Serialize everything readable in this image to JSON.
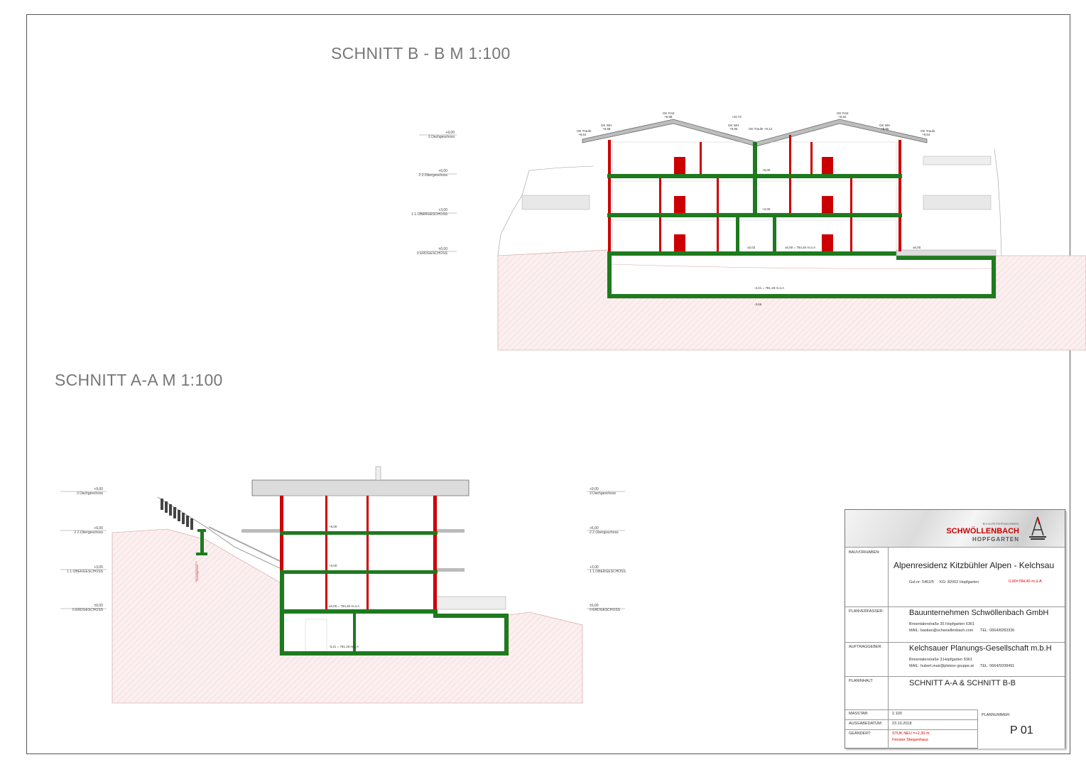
{
  "sections": {
    "bb": {
      "title": "SCHNITT B - B M 1:100"
    },
    "aa": {
      "title": "SCHNITT A-A M 1:100"
    }
  },
  "levels": [
    {
      "value": "+9,00",
      "name": "3 Dachgeschoss"
    },
    {
      "value": "+6,00",
      "name": "2 2.Obergeschoss"
    },
    {
      "value": "+3,00",
      "name": "1 1.OBERGESCHOSS"
    },
    {
      "value": "±0,00",
      "name": "0 ERDGESCHOSS"
    }
  ],
  "annotations_bb": {
    "ok_traufe_left": "OK Traufe",
    "ok_traufe_left_val": "+9,64",
    "ok_wh_left": "OK WH",
    "ok_wh_left_val": "+9,98",
    "ok_first_left": "OK First",
    "ok_first_left_val": "+9,98",
    "ok_wh_mid": "OK WH",
    "ok_wh_mid_val": "+9,95",
    "ridge_mid": "+10,72",
    "ok_traufe_mid": "OK Traufe +9,12",
    "ok_first_right": "OK First",
    "ok_first_right_val": "+9,94",
    "ok_wh_right": "OK WH",
    "ok_wh_right_val": "+9,96",
    "ok_traufe_right": "OK Traufe",
    "ok_traufe_right_val": "+9,64",
    "floor_6": "+6,00",
    "floor_3": "+3,00",
    "floor_0": "±0,00 = 784,40 m.ü.A",
    "floor_002": "±0,02",
    "floor_0r": "±0,00",
    "basement": "-3,21 = 781,19 m.ü.A",
    "bottom": "-3,66"
  },
  "annotations_aa": {
    "floor_6": "+6,00",
    "floor_3": "+3,00",
    "floor_0": "±0,00 = 784,40 m.ü.A",
    "basement": "-3,21 = 781,19 m.ü.A",
    "grundgrenze": "Grundgrenze"
  },
  "title_block": {
    "logo_small": "BAUUNTERNEHMEN",
    "logo_big": "SCHWÖLLENBACH",
    "logo_sub": "HOPFGARTEN",
    "bauvorhaben_label": "BAUVORHABEN:",
    "bauvorhaben": "Alpenresidenz Kitzbühler Alpen - Kelchsau",
    "gst": "Gst.nr: 5452/5",
    "kg": "KG: 82002 Hopfgarten",
    "height_ref": "0,00=784,40 m.ü.A",
    "planverfasser_label": "PLANVERFASSER:",
    "planverfasser": "Bauunternehmen Schwöllenbach GmbH",
    "pv_address": "Brixentalerstraße 35 Hopfgarten 6361",
    "pv_mail": "MAIL: bastian@schwoellenbach.com",
    "pv_tel": "TEL: 0664/8283336",
    "auftraggeber_label": "AUFTRAGGEBER:",
    "auftraggeber": "Kelchsauer Planungs-Gesellschaft m.b.H",
    "ag_address": "Brixentalerstraße 3,Hopfgarten 6361",
    "ag_mail": "MAIL: hubert.mair@pletzer-gruppe.at",
    "ag_tel": "TEL: 0664/9208491",
    "planinhalt_label": "PLANINHALT:",
    "planinhalt": "SCHNITT A-A & SCHNITT B-B",
    "masstab_label": "MASSTAB:",
    "masstab": "1:100",
    "ausgabedatum_label": "AUSGABEDATUM:",
    "ausgabedatum": "23.10.2018",
    "geaendert_label": "GEÄNDERT:",
    "geaendert_1": "STUK NEU =+2,30 m",
    "geaendert_2": "Fenster Stiegenhaus",
    "plannummer_label": "PLANNUMMER:",
    "plannummer": "P 01"
  }
}
